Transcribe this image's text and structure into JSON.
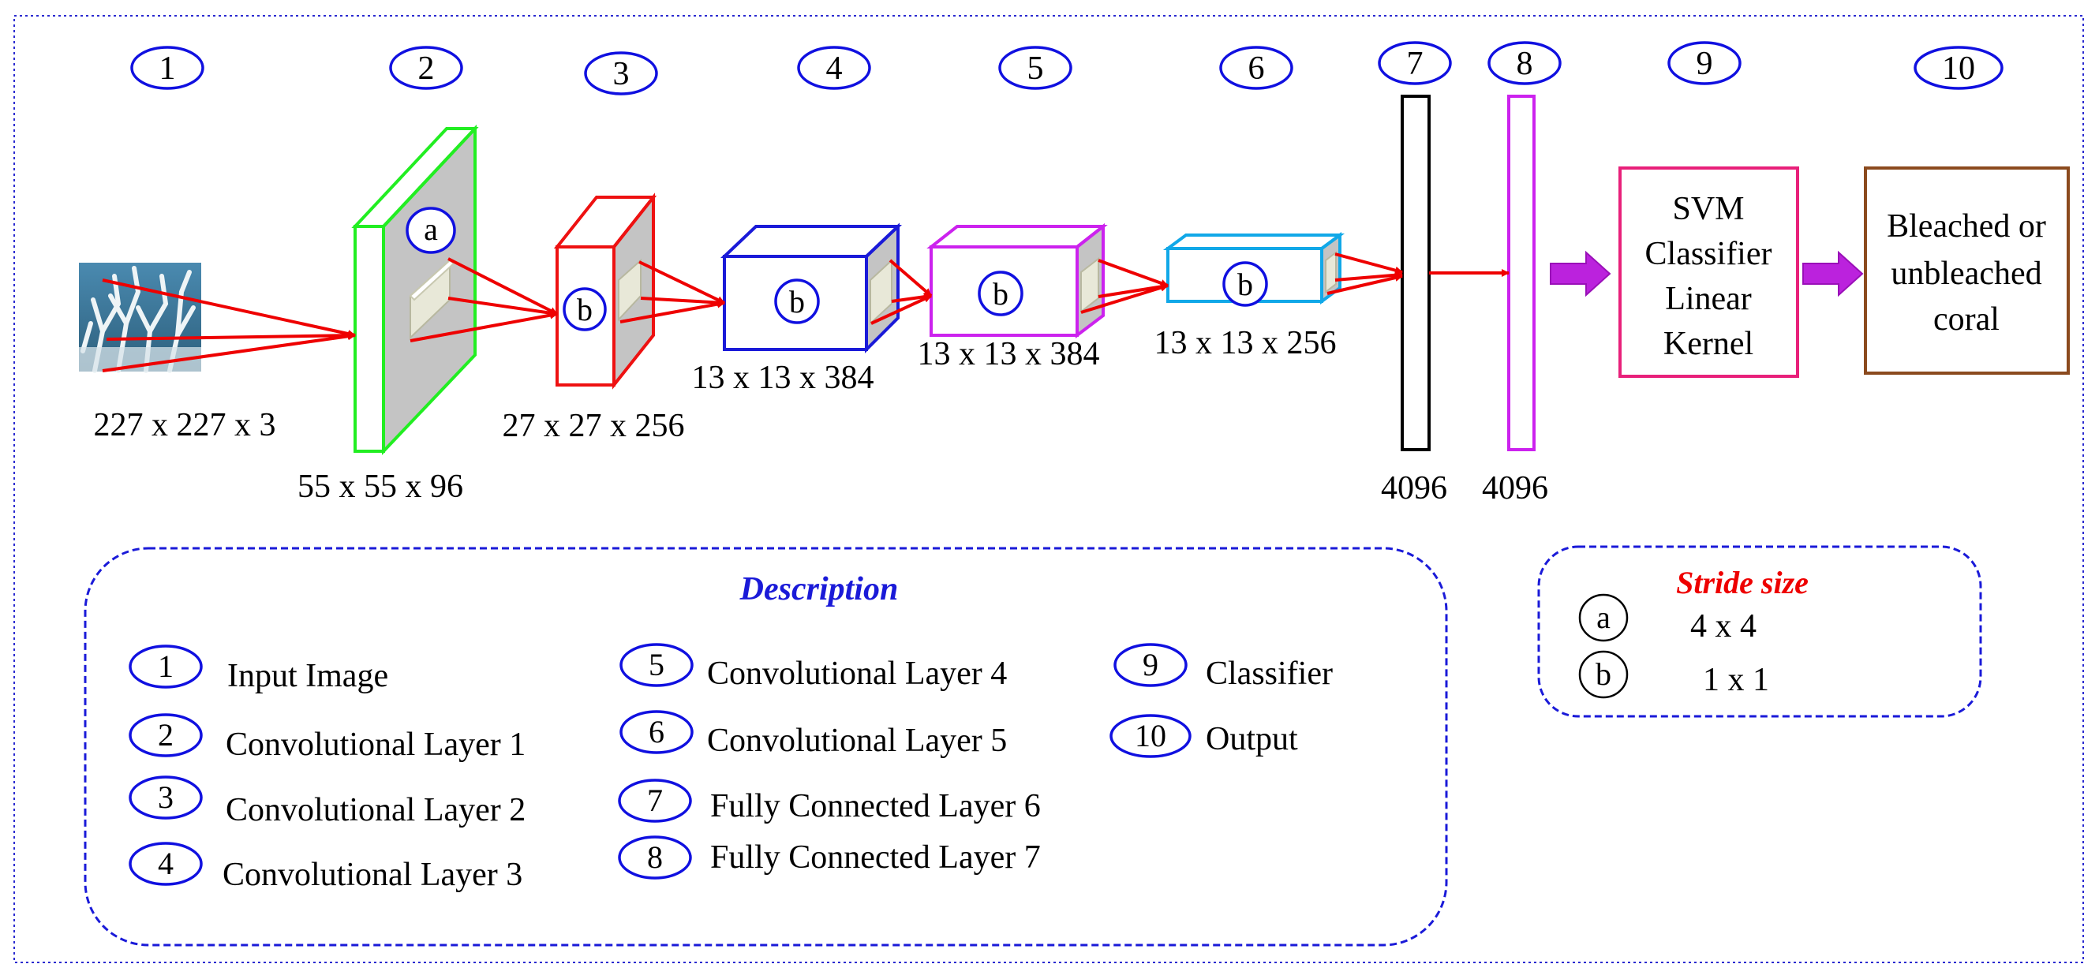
{
  "layer_numbers": [
    "1",
    "2",
    "3",
    "4",
    "5",
    "6",
    "7",
    "8",
    "9",
    "10"
  ],
  "dimensions": {
    "input": "227 x 227 x 3",
    "conv1": "55 x 55 x 96",
    "conv2": "27 x 27 x 256",
    "conv3": "13 x 13 x 384",
    "conv4": "13 x 13 x 384",
    "conv5": "13 x 13 x 256",
    "fc6": "4096",
    "fc7": "4096"
  },
  "stride_marks": {
    "a": "a",
    "b": "b"
  },
  "classifier": {
    "line1": "SVM",
    "line2": "Classifier",
    "line3": "Linear",
    "line4": "Kernel"
  },
  "output": {
    "line1": "Bleached or",
    "line2": "unbleached",
    "line3": "coral"
  },
  "description": {
    "title": "Description",
    "items": [
      {
        "num": "1",
        "label": "Input Image"
      },
      {
        "num": "2",
        "label": "Convolutional Layer 1"
      },
      {
        "num": "3",
        "label": "Convolutional Layer 2"
      },
      {
        "num": "4",
        "label": "Convolutional Layer 3"
      },
      {
        "num": "5",
        "label": "Convolutional Layer 4"
      },
      {
        "num": "6",
        "label": "Convolutional Layer 5"
      },
      {
        "num": "7",
        "label": "Fully Connected Layer 6"
      },
      {
        "num": "8",
        "label": "Fully Connected Layer 7"
      },
      {
        "num": "9",
        "label": "Classifier"
      },
      {
        "num": "10",
        "label": "Output"
      }
    ]
  },
  "stride": {
    "title": "Stride size",
    "rows": [
      {
        "mark": "a",
        "value": "4 x 4"
      },
      {
        "mark": "b",
        "value": "1 x 1"
      }
    ]
  },
  "colors": {
    "ellipse": "#1010e0",
    "arrow": "#ee0000",
    "conv1": "#22ee22",
    "conv2": "#ee1111",
    "conv3": "#1a1ad8",
    "conv4": "#cc22ee",
    "conv5": "#11a8e8",
    "fc6": "#000000",
    "fc7": "#cc22ee",
    "classifier": "#e8207a",
    "output": "#8b4a1e",
    "purple_arrow": "#bb22dd",
    "description_title": "#1a1ad8",
    "stride_title": "#ee0000"
  }
}
